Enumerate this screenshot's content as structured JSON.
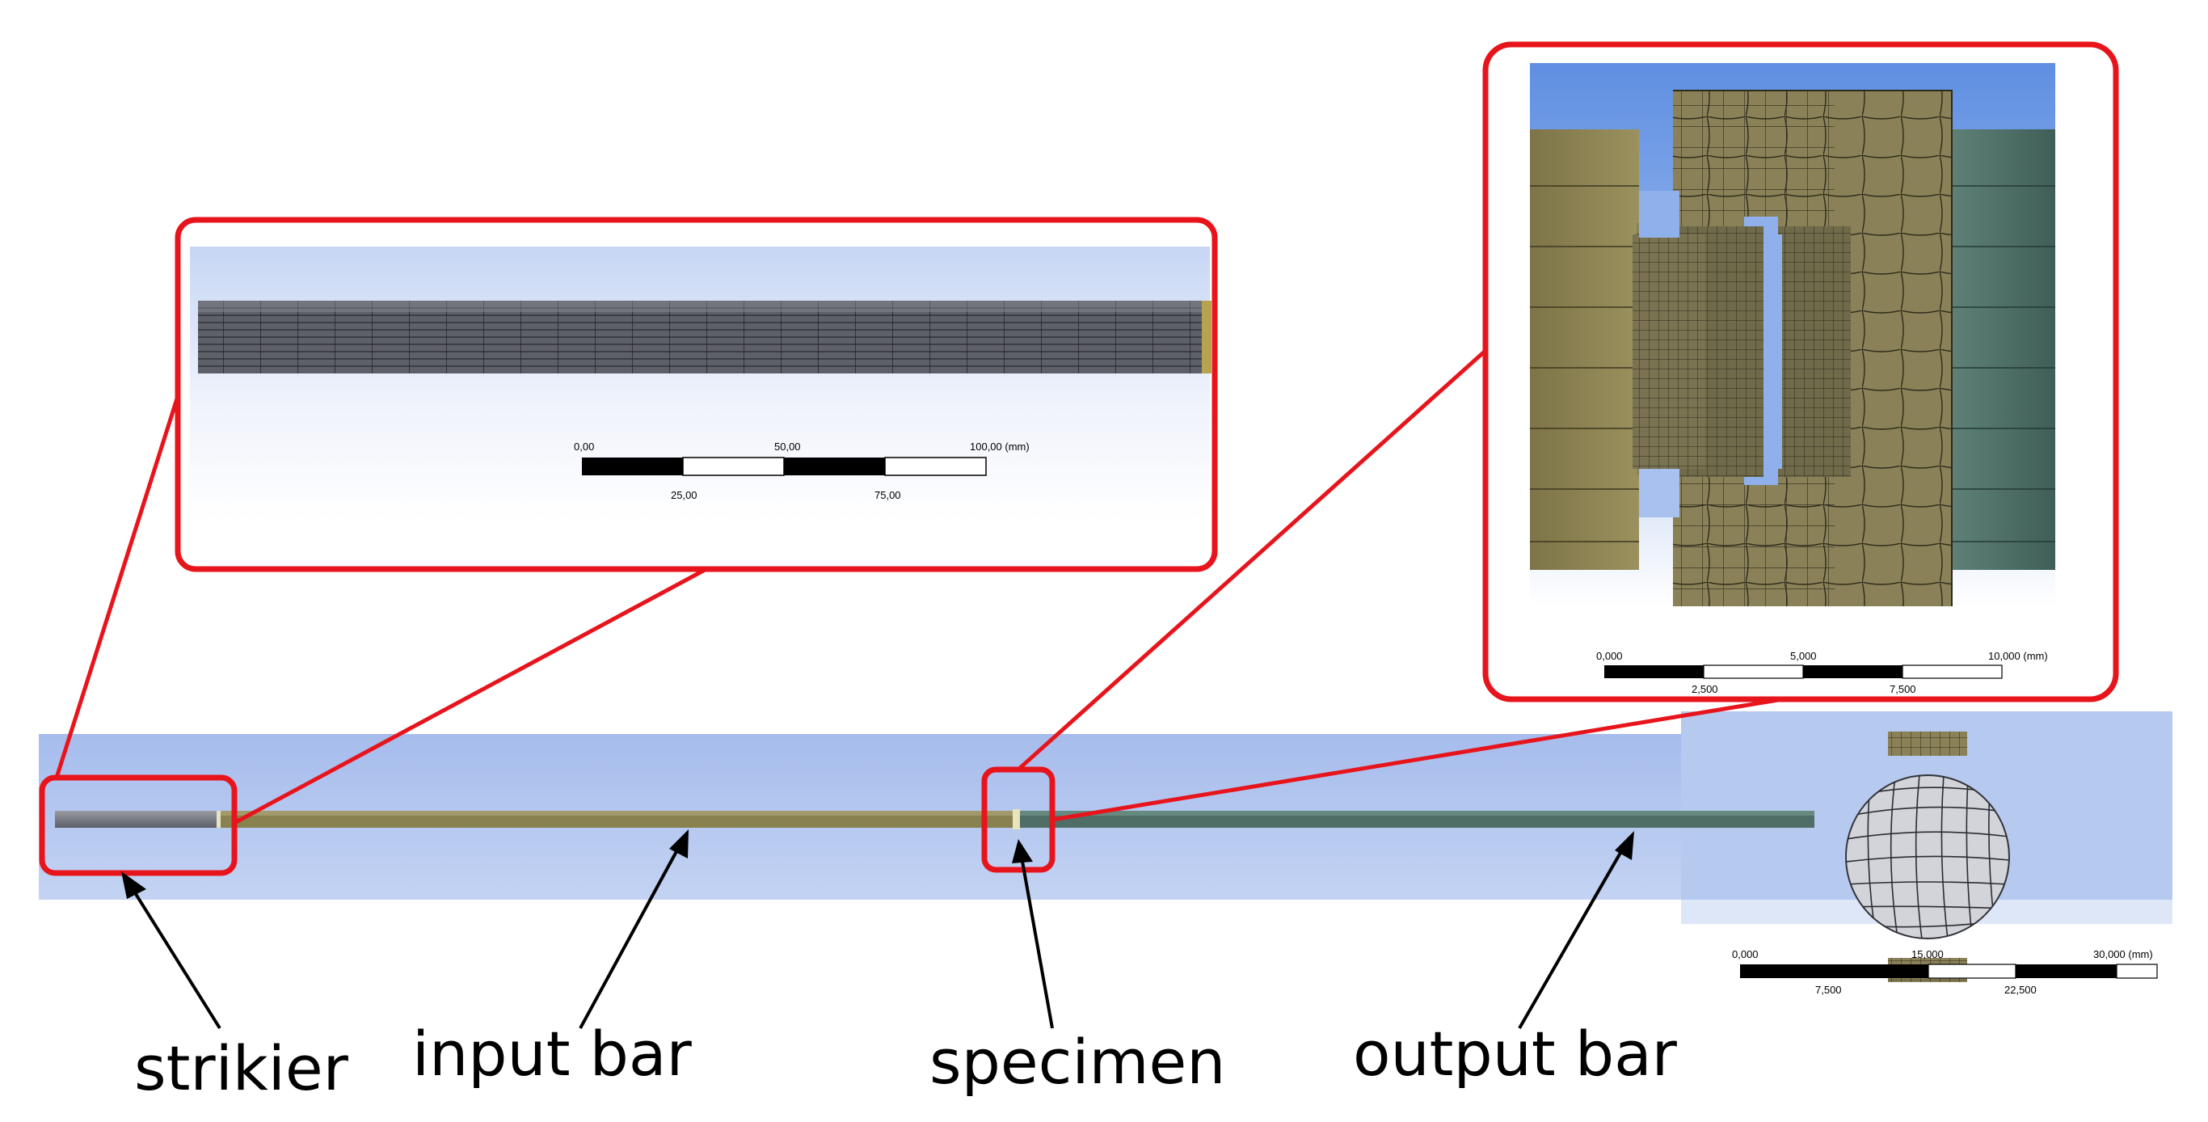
{
  "labels": {
    "striker": "strikier",
    "input_bar": "input bar",
    "specimen": "specimen",
    "output_bar": "output bar"
  },
  "scale_bars": {
    "input_detail": {
      "top_ticks": [
        "0,00",
        "50,00",
        "100,00 (mm)"
      ],
      "bottom_ticks": [
        "25,00",
        "75,00"
      ]
    },
    "specimen_detail": {
      "top_ticks": [
        "0,000",
        "5,000",
        "10,000 (mm)"
      ],
      "bottom_ticks": [
        "2,500",
        "7,500"
      ]
    },
    "cross_section": {
      "top_ticks": [
        "0,000",
        "15,000",
        "30,000 (mm)"
      ],
      "bottom_ticks": [
        "7,500",
        "22,500"
      ]
    }
  },
  "colors": {
    "highlight": "#e8141c",
    "striker_bar": "#6e747c",
    "input_bar": "#8a8150",
    "output_bar": "#4f6e66",
    "background_band": "#b4c8ee",
    "mesh_tan": "#8a8158",
    "mesh_green": "#4d6e66",
    "sky": "#6e9be6"
  }
}
